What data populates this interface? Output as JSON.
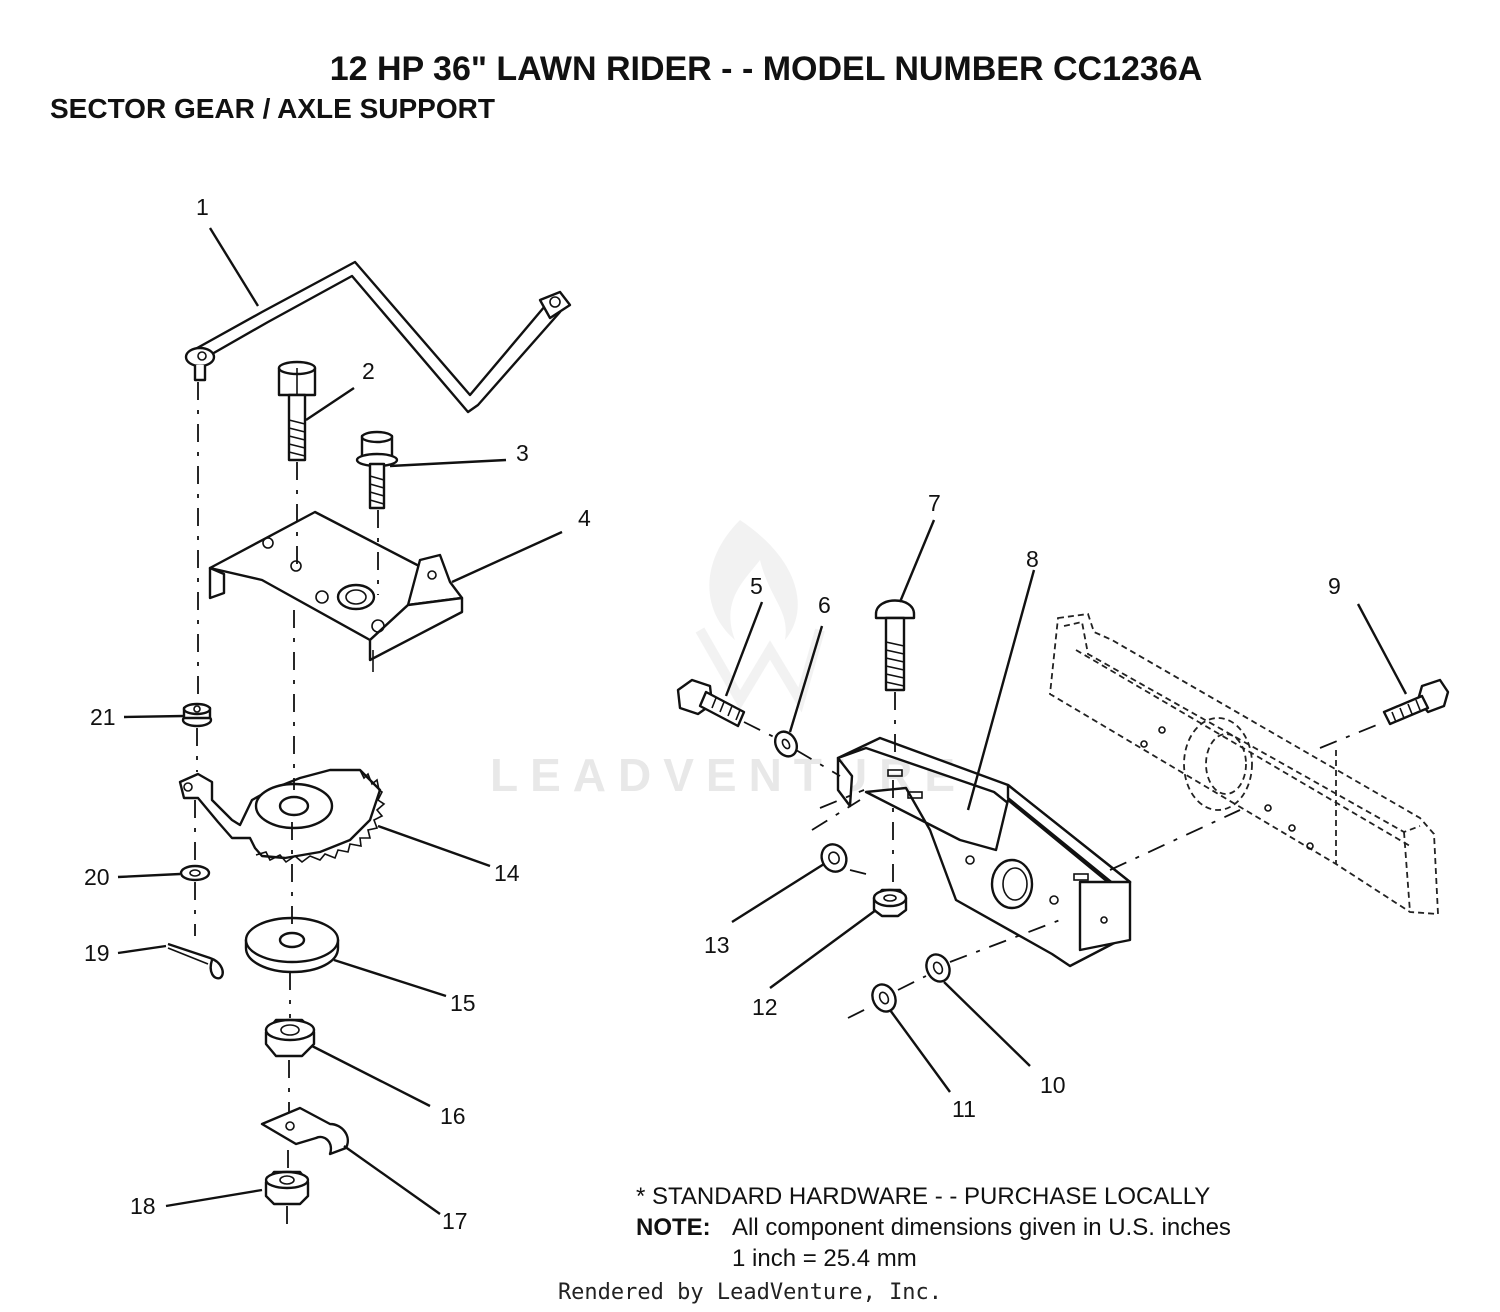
{
  "title": "12 HP 36\" LAWN RIDER - - MODEL NUMBER CC1236A",
  "subtitle": "SECTOR GEAR / AXLE SUPPORT",
  "callouts": {
    "c1": "1",
    "c2": "2",
    "c3": "3",
    "c4": "4",
    "c5": "5",
    "c6": "6",
    "c7": "7",
    "c8": "8",
    "c9": "9",
    "c10": "10",
    "c11": "11",
    "c12": "12",
    "c13": "13",
    "c14": "14",
    "c15": "15",
    "c16": "16",
    "c17": "17",
    "c18": "18",
    "c19": "19",
    "c20": "20",
    "c21": "21"
  },
  "notes": {
    "standard_hardware": "* STANDARD HARDWARE - - PURCHASE LOCALLY",
    "note_label": "NOTE:",
    "note_text": "All component dimensions given in U.S. inches",
    "conversion": "1 inch = 25.4 mm"
  },
  "watermark": "LEADVENTURE",
  "footer": "Rendered by LeadVenture, Inc."
}
